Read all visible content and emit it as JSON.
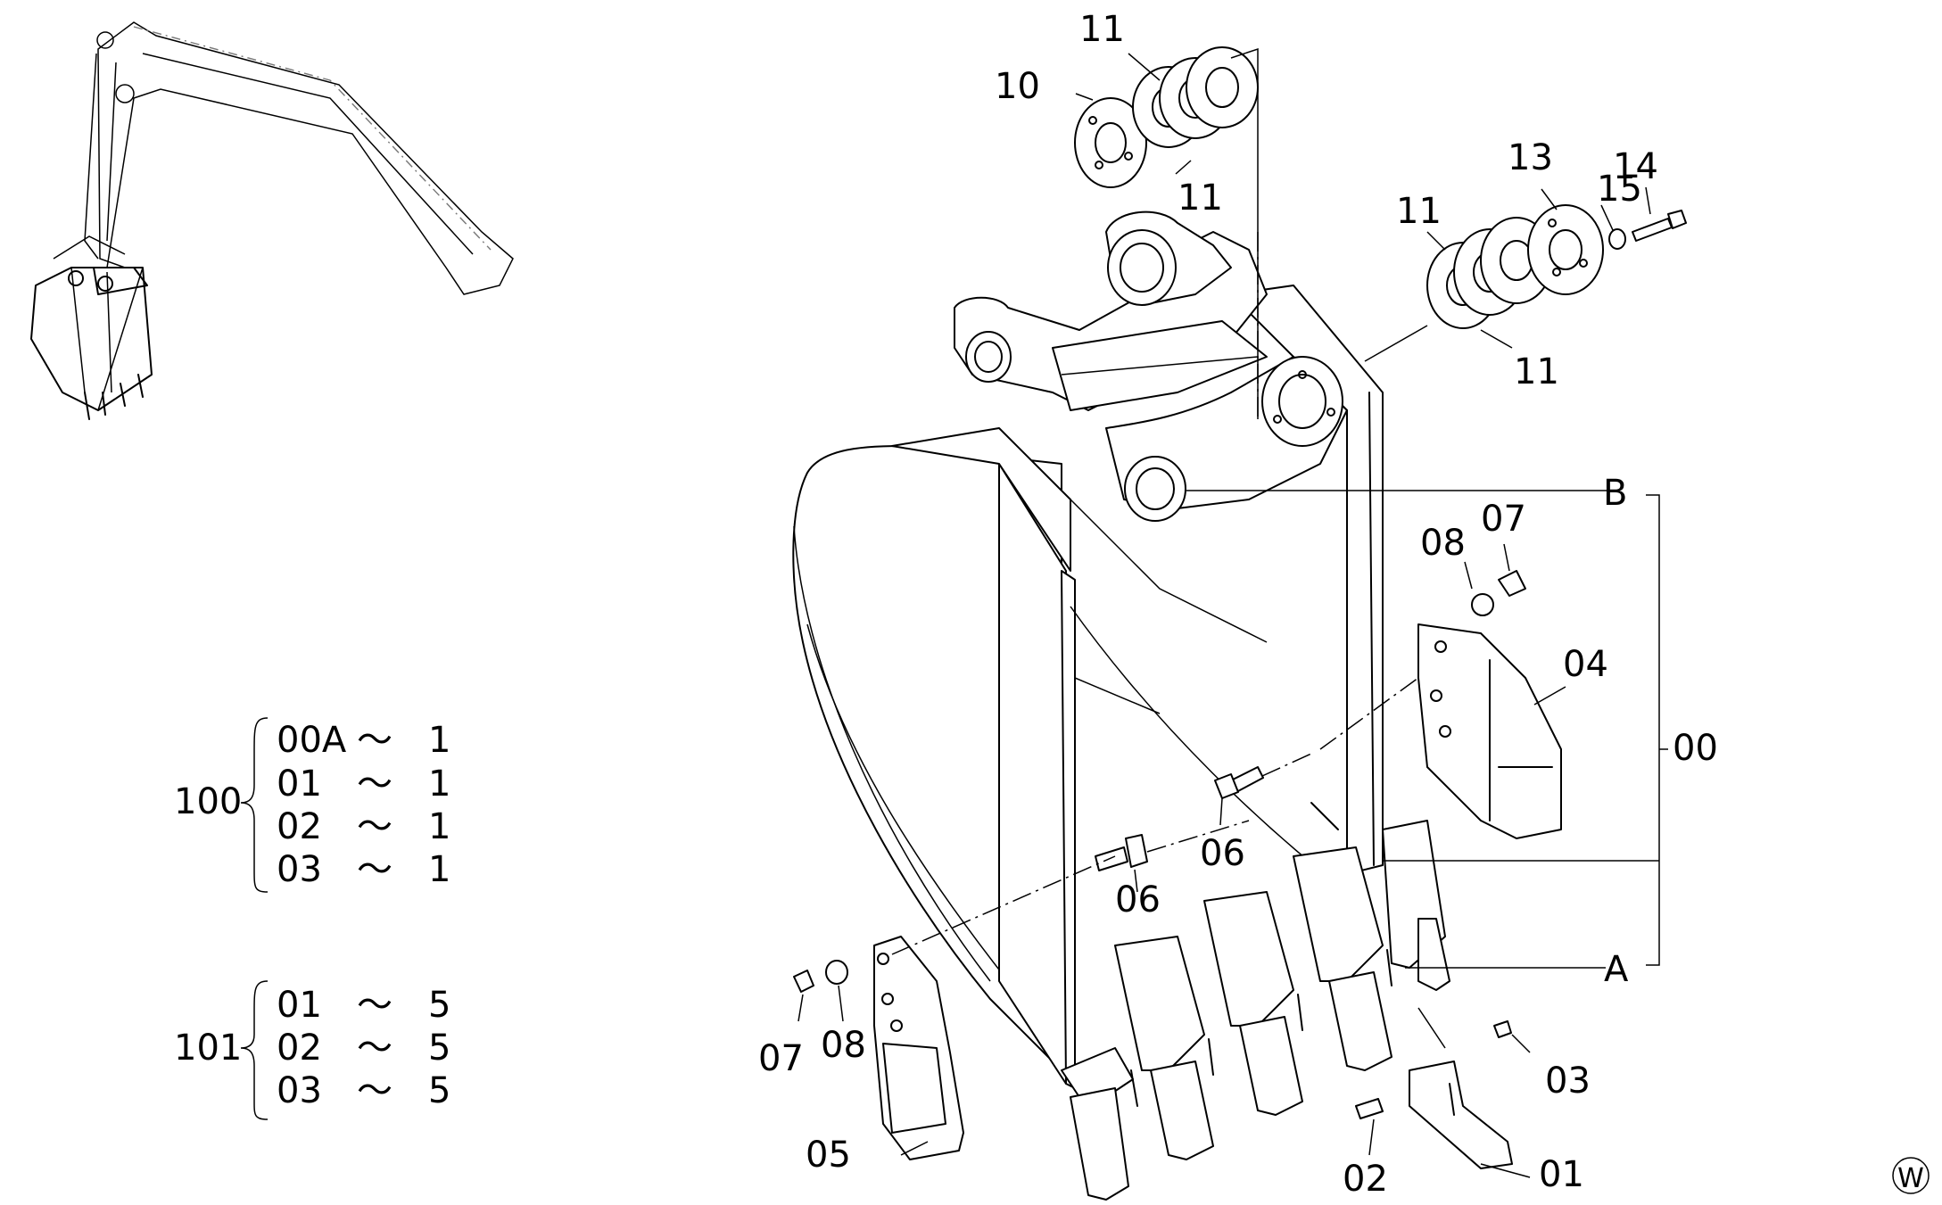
{
  "callouts": {
    "c00": "00",
    "c01": "01",
    "c02": "02",
    "c03": "03",
    "c04": "04",
    "c05": "05",
    "c06a": "06",
    "c06b": "06",
    "c07a": "07",
    "c07b": "07",
    "c08a": "08",
    "c08b": "08",
    "c10": "10",
    "c11a": "11",
    "c11b": "11",
    "c11c": "11",
    "c11d": "11",
    "c13": "13",
    "c14": "14",
    "c15": "15",
    "cA": "A",
    "cB": "B"
  },
  "table100": {
    "id": "100",
    "rows": [
      {
        "code": "00A",
        "tilde": "～",
        "qty": "1"
      },
      {
        "code": "01",
        "tilde": "～",
        "qty": "1"
      },
      {
        "code": "02",
        "tilde": "～",
        "qty": "1"
      },
      {
        "code": "03",
        "tilde": "～",
        "qty": "1"
      }
    ]
  },
  "table101": {
    "id": "101",
    "rows": [
      {
        "code": "01",
        "tilde": "～",
        "qty": "5"
      },
      {
        "code": "02",
        "tilde": "～",
        "qty": "5"
      },
      {
        "code": "03",
        "tilde": "～",
        "qty": "5"
      }
    ]
  },
  "mark": "W"
}
